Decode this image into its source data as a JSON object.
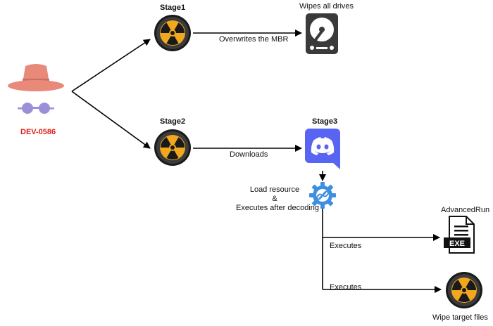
{
  "actor": {
    "name": "DEV-0586",
    "icon": "hacker-hat-glasses-icon"
  },
  "stages": {
    "stage1": {
      "title": "Stage1",
      "icon": "radiation-icon"
    },
    "stage2": {
      "title": "Stage2",
      "icon": "radiation-icon"
    },
    "stage3": {
      "title": "Stage3",
      "icon": "discord-icon"
    }
  },
  "targets": {
    "drives": {
      "label": "Wipes all drives",
      "icon": "hard-drive-icon"
    },
    "advancedrun": {
      "label": "AdvancedRun",
      "badge": "EXE",
      "icon": "exe-file-icon"
    },
    "wiper": {
      "label": "Wipe target files",
      "icon": "radiation-icon"
    }
  },
  "edges": {
    "mbr": "Overwrites the MBR",
    "downloads": "Downloads",
    "load_line1": "Load resource",
    "load_line2": "&",
    "load_line3": "Executes after decoding",
    "exec1": "Executes",
    "exec2": "Executes"
  },
  "colors": {
    "actor_red": "#e0201b",
    "hat": "#e8897a",
    "glasses": "#9b8fd9",
    "discord": "#5865f2",
    "gear": "#3f8fe0",
    "radiation_yellow": "#f2a81d",
    "radiation_dark": "#2a2a2a"
  }
}
